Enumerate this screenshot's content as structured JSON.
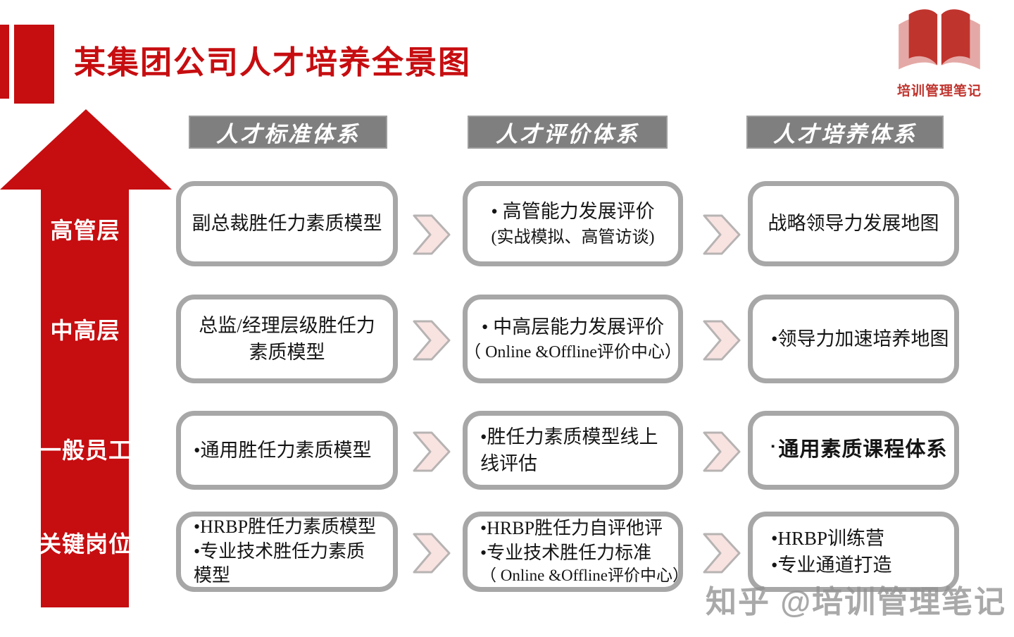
{
  "title": "某集团公司人才培养全景图",
  "logo": {
    "icon": "open-book-icon",
    "name": "培训管理笔记"
  },
  "levels": [
    "高管层",
    "中高层",
    "一般员工",
    "关键岗位"
  ],
  "columns": [
    "人才标准体系",
    "人才评价体系",
    "人才培养体系"
  ],
  "cells": {
    "r1c1": {
      "l1": "副总裁胜任力素质模型"
    },
    "r1c2": {
      "l1": "• 高管能力发展评价",
      "l2": "(实战模拟、高管访谈)"
    },
    "r1c3": {
      "l1": "战略领导力发展地图"
    },
    "r2c1": {
      "l1": "总监/经理层级胜任力",
      "l2": "素质模型"
    },
    "r2c2": {
      "l1": "• 中高层能力发展评价",
      "l2": "（ Online &Offline评价中心）"
    },
    "r2c3": {
      "l1": "•领导力加速培养地图"
    },
    "r3c1": {
      "l1": "•通用胜任力素质模型"
    },
    "r3c2": {
      "l1": "•胜任力素质模型线上",
      "l2": "线评估"
    },
    "r3c3": {
      "bullet": "▪",
      "l1": "通用素质课程体系"
    },
    "r4c1": {
      "l1": "•HRBP胜任力素质模型",
      "l2": "•专业技术胜任力素质",
      "l3": "模型"
    },
    "r4c2": {
      "l1": "•HRBP胜任力自评他评",
      "l2": "•专业技术胜任力标准",
      "l3": "（ Online &Offline评价中心）"
    },
    "r4c3": {
      "l1": "•HRBP训练营",
      "l2": "•专业通道打造"
    }
  },
  "watermark": "知乎 @培训管理笔记",
  "colors": {
    "accent_red": "#c60d10",
    "logo_red": "#c0342e",
    "logo_pink": "#e4a9a6",
    "header_gray": "#7f7f7f",
    "card_border_gray": "#a7a7a7",
    "chevron_fill": "#f8e3e1",
    "chevron_stroke": "#b7b3b3",
    "watermark_gray": "#919191"
  }
}
